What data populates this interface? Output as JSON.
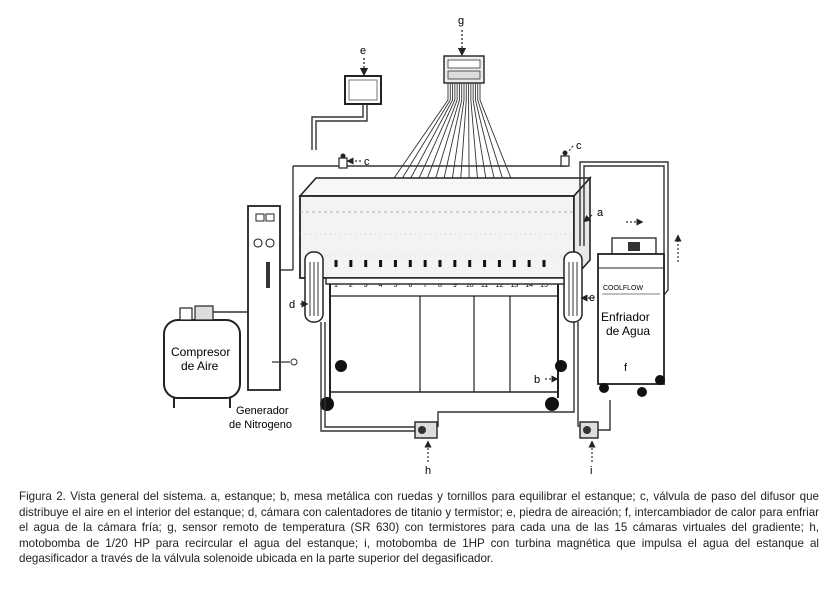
{
  "figure": {
    "labels": {
      "a": "a",
      "b": "b",
      "c": "c",
      "d": "d",
      "e": "e",
      "f": "f",
      "g": "g",
      "h": "h",
      "i": "i"
    },
    "chamber_numbers": [
      "1",
      "2",
      "3",
      "4",
      "5",
      "6",
      "7",
      "8",
      "9",
      "10",
      "11",
      "12",
      "13",
      "14",
      "15"
    ],
    "compressor": [
      "Compresor",
      "de Aire"
    ],
    "generator": [
      "Generador",
      "de Nitrogeno"
    ],
    "chiller": [
      "Enfriador",
      "de Agua"
    ],
    "chiller_brand": "COOLFLOW"
  },
  "caption": "Figura 2. Vista general del sistema. a, estanque; b, mesa metálica con ruedas y tornillos para equilibrar el estanque; c, válvula de paso del difusor que distribuye el aire en el interior del estanque; d, cámara con calentadores de titanio y termistor; e, piedra de aireación; f, intercambiador de calor para enfriar el agua de la cámara fría; g, sensor remoto de temperatura (SR 630) con termistores para cada una de las 15 cámaras virtuales del gradiente; h, motobomba de 1/20 HP para recircular el agua del estanque; i, motobomba de 1HP con turbina magnética que impulsa el agua del estanque al degasificador a través de la válvula solenoide ubicada en la parte superior del degasificador."
}
